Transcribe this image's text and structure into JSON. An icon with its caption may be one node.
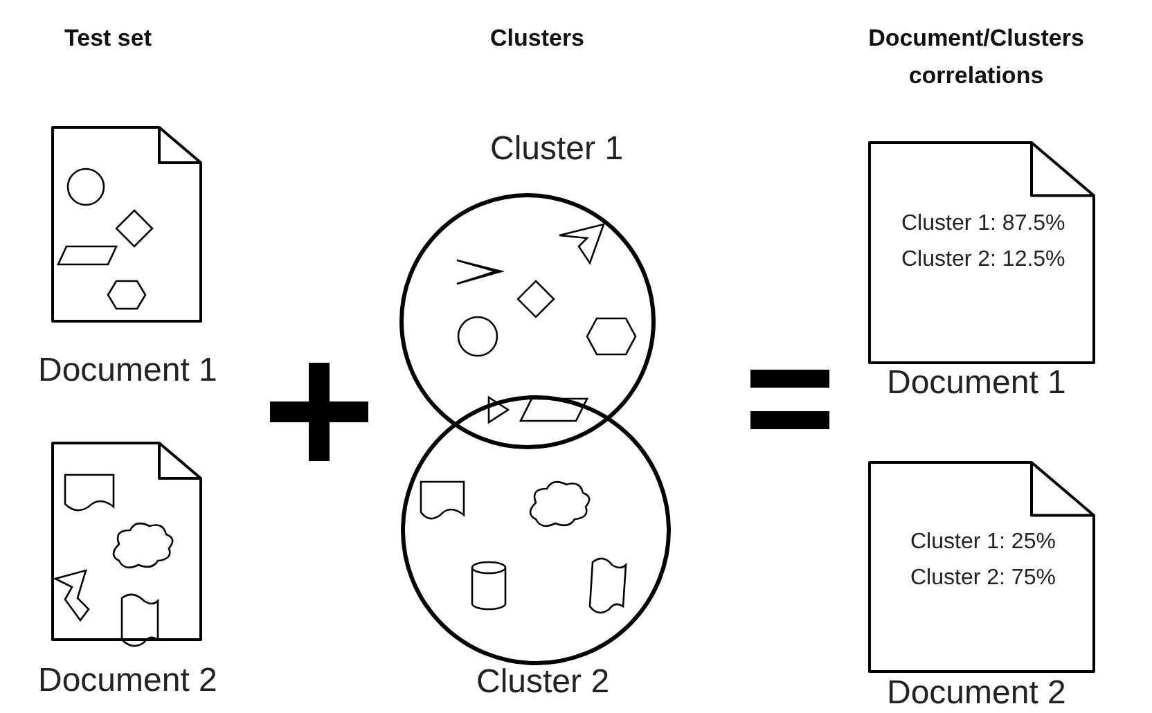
{
  "diagram": {
    "nodes": [
      {
        "text": [
          "Document 1"
        ]
      },
      {
        "text": [
          "Document 2"
        ]
      },
      {
        "text": [
          "Cluster 1"
        ]
      },
      {
        "text": [
          "Cluster 2"
        ]
      },
      {
        "text": [
          "Cluster 1: 87.5%",
          "Cluster 2: 12.5%",
          "Document 1"
        ]
      },
      {
        "text": [
          "Cluster 1: 25%",
          "Cluster 2: 75%",
          "Document 2"
        ]
      }
    ],
    "labels": [
      "Test set",
      "Clusters",
      "Document/Clusters correlations"
    ]
  }
}
